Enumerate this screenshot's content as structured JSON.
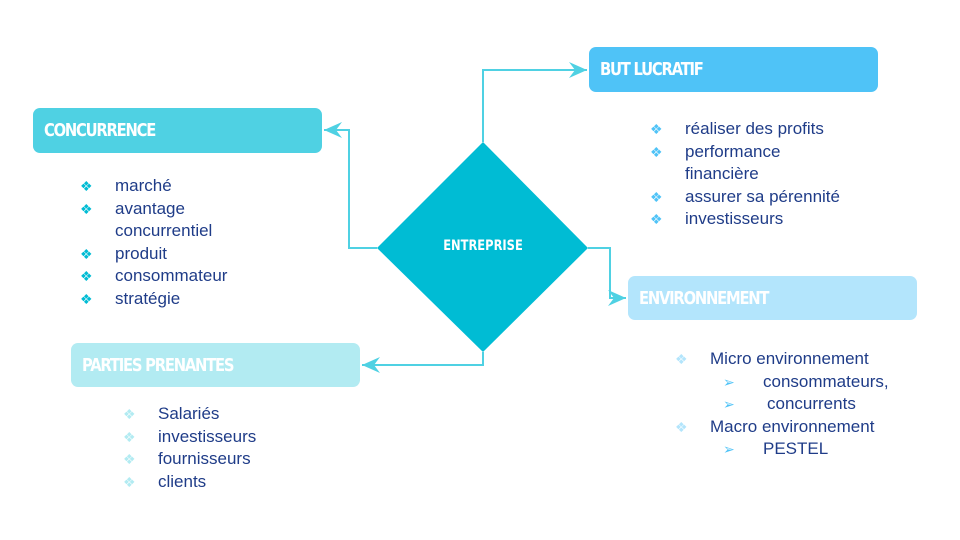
{
  "center": {
    "label": "ENTREPRISE"
  },
  "concurrence": {
    "title": "CONCURRENCE",
    "items": [
      "marché",
      "avantage concurrentiel",
      "produit",
      "consommateur",
      "stratégie"
    ]
  },
  "but_lucratif": {
    "title": "BUT LUCRATIF",
    "items": [
      "réaliser des profits",
      "performance financière",
      "assurer sa pérennité",
      "investisseurs"
    ]
  },
  "environnement": {
    "title": "ENVIRONNEMENT",
    "items": [
      {
        "label": "Micro environnement",
        "sub": [
          "consommateurs,",
          "concurrents"
        ]
      },
      {
        "label": "Macro environnement",
        "sub": [
          "PESTEL"
        ]
      }
    ]
  },
  "parties_prenantes": {
    "title": "PARTIES PRENANTES",
    "items": [
      "Salariés",
      "investisseurs",
      "fournisseurs",
      "clients"
    ]
  },
  "colors": {
    "diamond": "#00bcd4",
    "concurrence": "#4fd1e3",
    "but_lucratif": "#4fc3f7",
    "environnement": "#b3e5fc",
    "parties_prenantes": "#b2ebf2",
    "text": "#1f3c88",
    "connector": "#4fd1e3"
  }
}
